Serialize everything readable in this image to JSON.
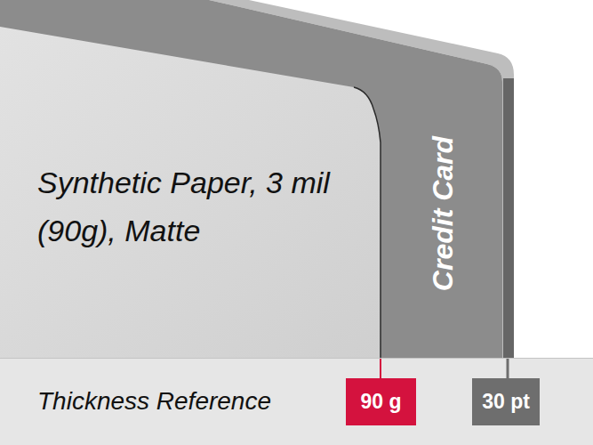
{
  "diagram": {
    "nodes": [
      {
        "text": [
          "Synthetic Paper, 3 mil (90g), Matte"
        ]
      },
      {
        "text": [
          "Credit Card"
        ]
      },
      {
        "text": [
          "Thickness Reference"
        ]
      },
      {
        "text": [
          "90 g"
        ],
        "in": 2
      },
      {
        "text": [
          "30 pt"
        ],
        "in": 2
      }
    ]
  }
}
